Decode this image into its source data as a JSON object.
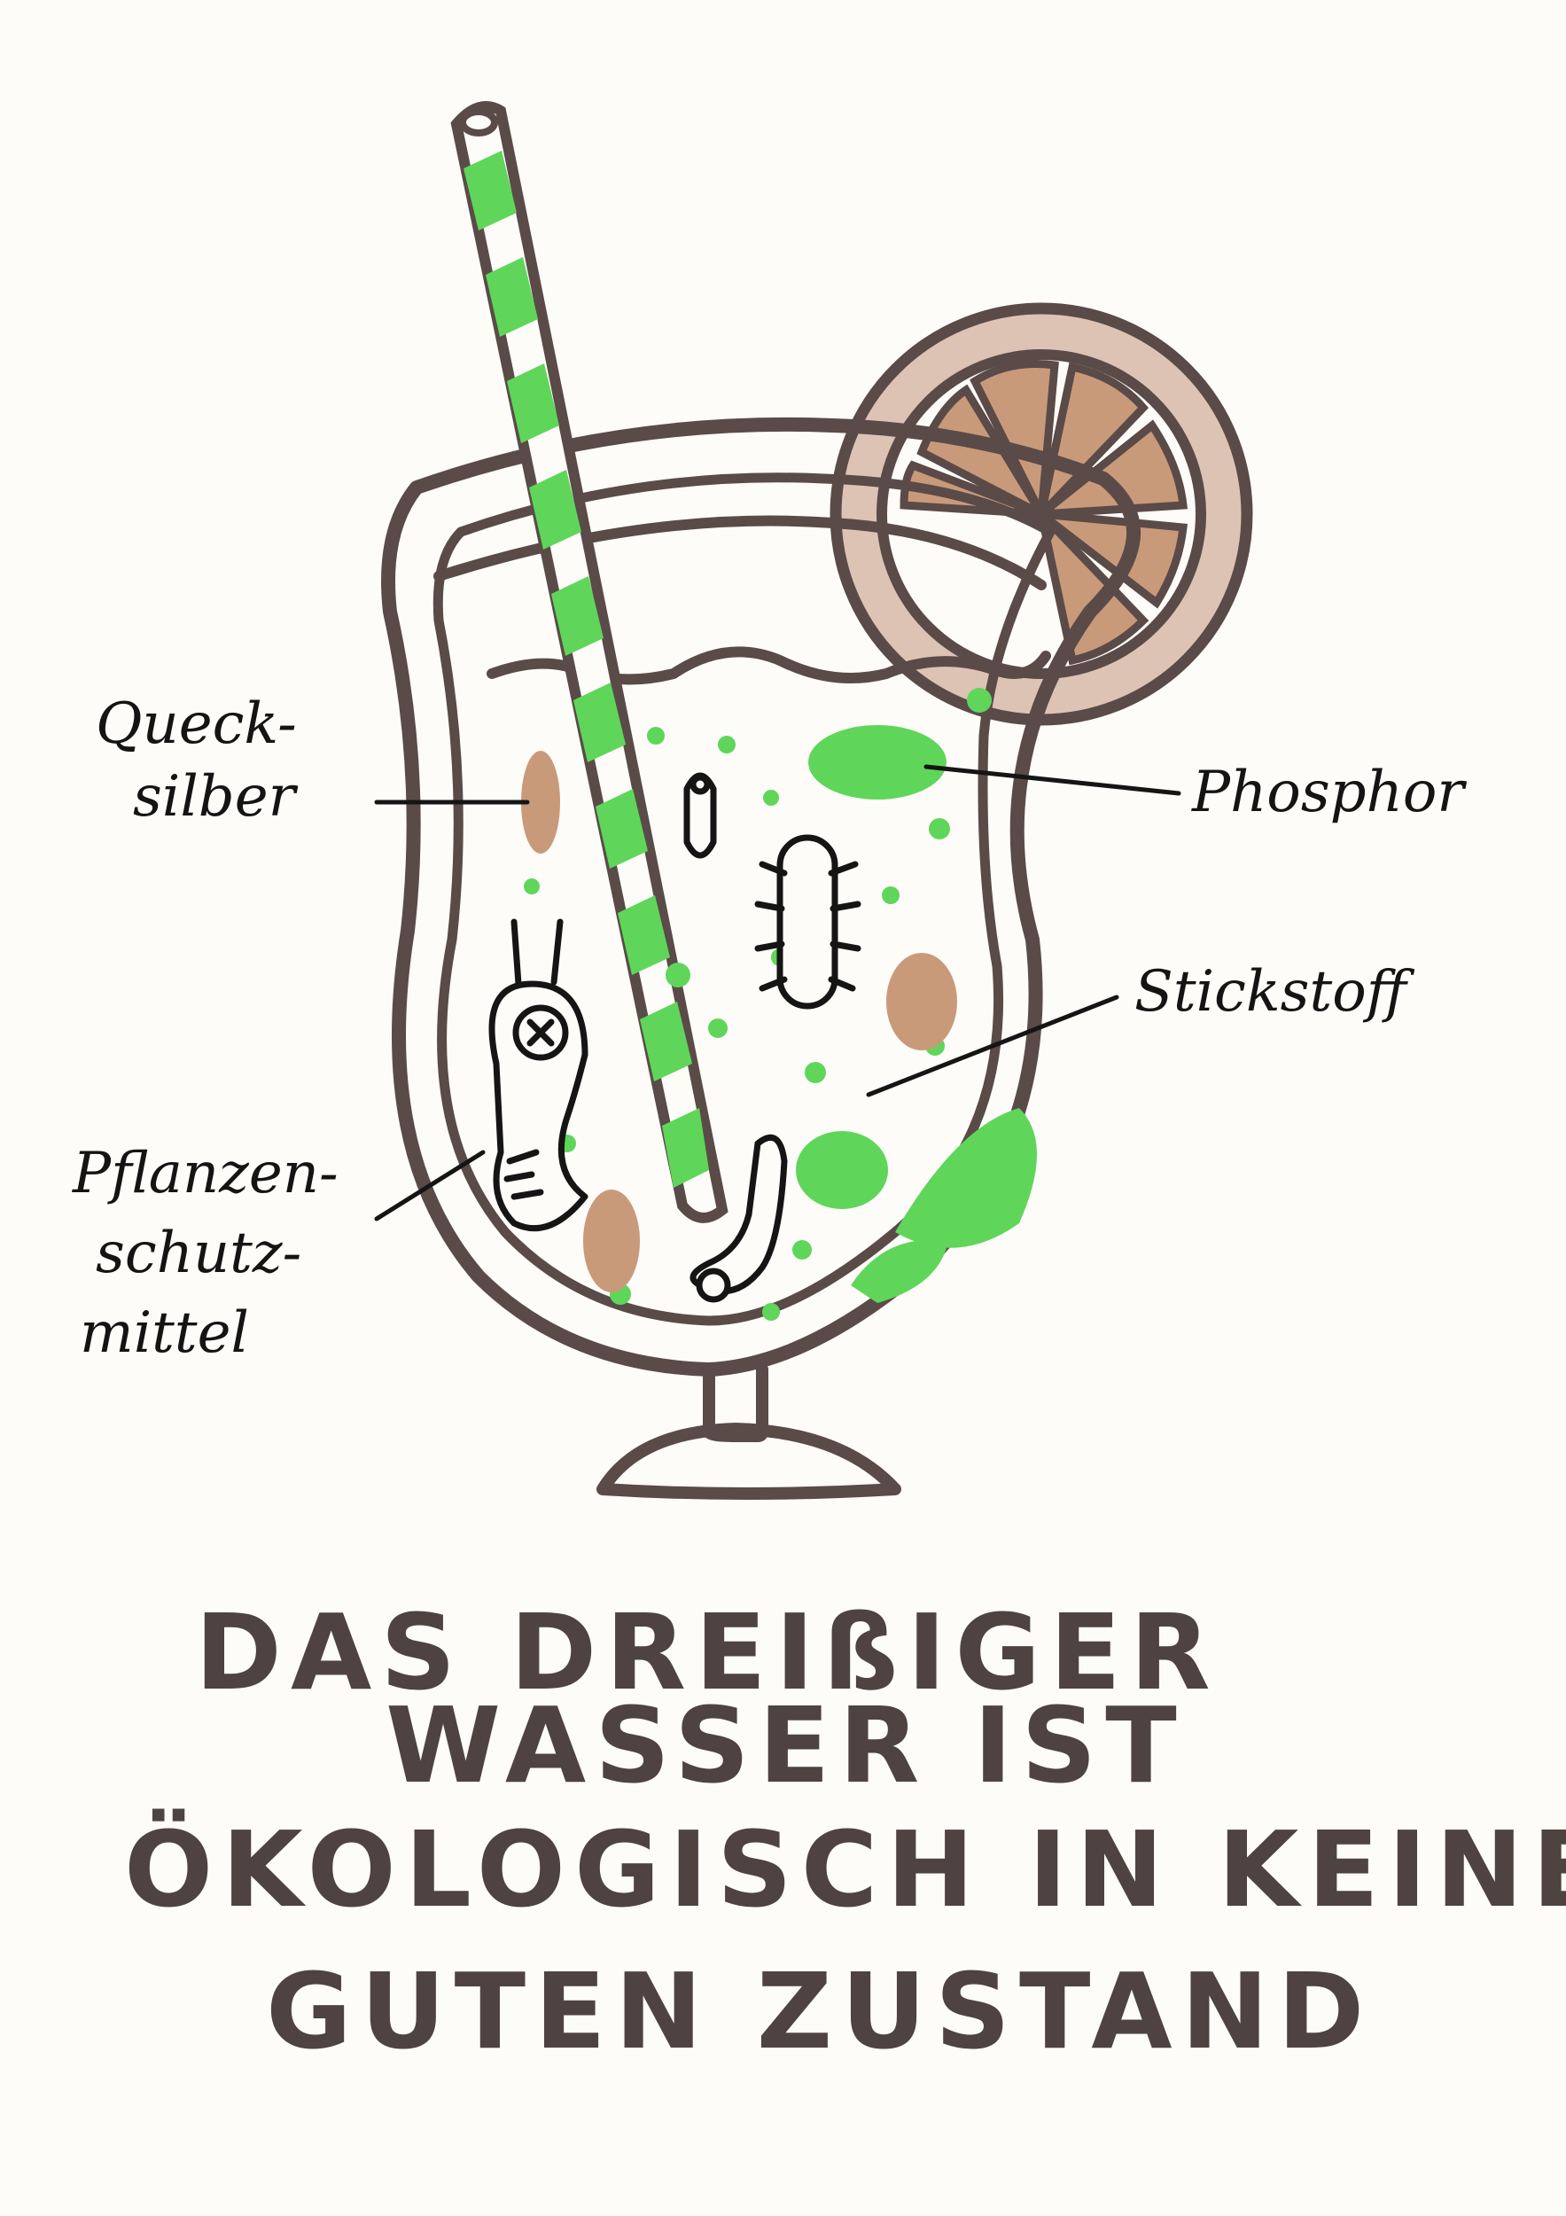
{
  "labels": {
    "mercury": [
      "Queck-",
      "silber"
    ],
    "phosphor": "Phosphor",
    "nitrogen": "Stickstoff",
    "pesticide": [
      "Pflanzen-",
      "schutz-",
      "mittel"
    ]
  },
  "caption": [
    "DAS DREIßIGER",
    "WASSER IST",
    "ÖKOLOGISCH IN KEINEM",
    "GUTEN ZUSTAND"
  ],
  "colors": {
    "ink_brown": "#5a4b48",
    "ink_black": "#151515",
    "green": "#5fd65a",
    "tan": "#c99a7a",
    "paper": "#fdfcf9"
  }
}
